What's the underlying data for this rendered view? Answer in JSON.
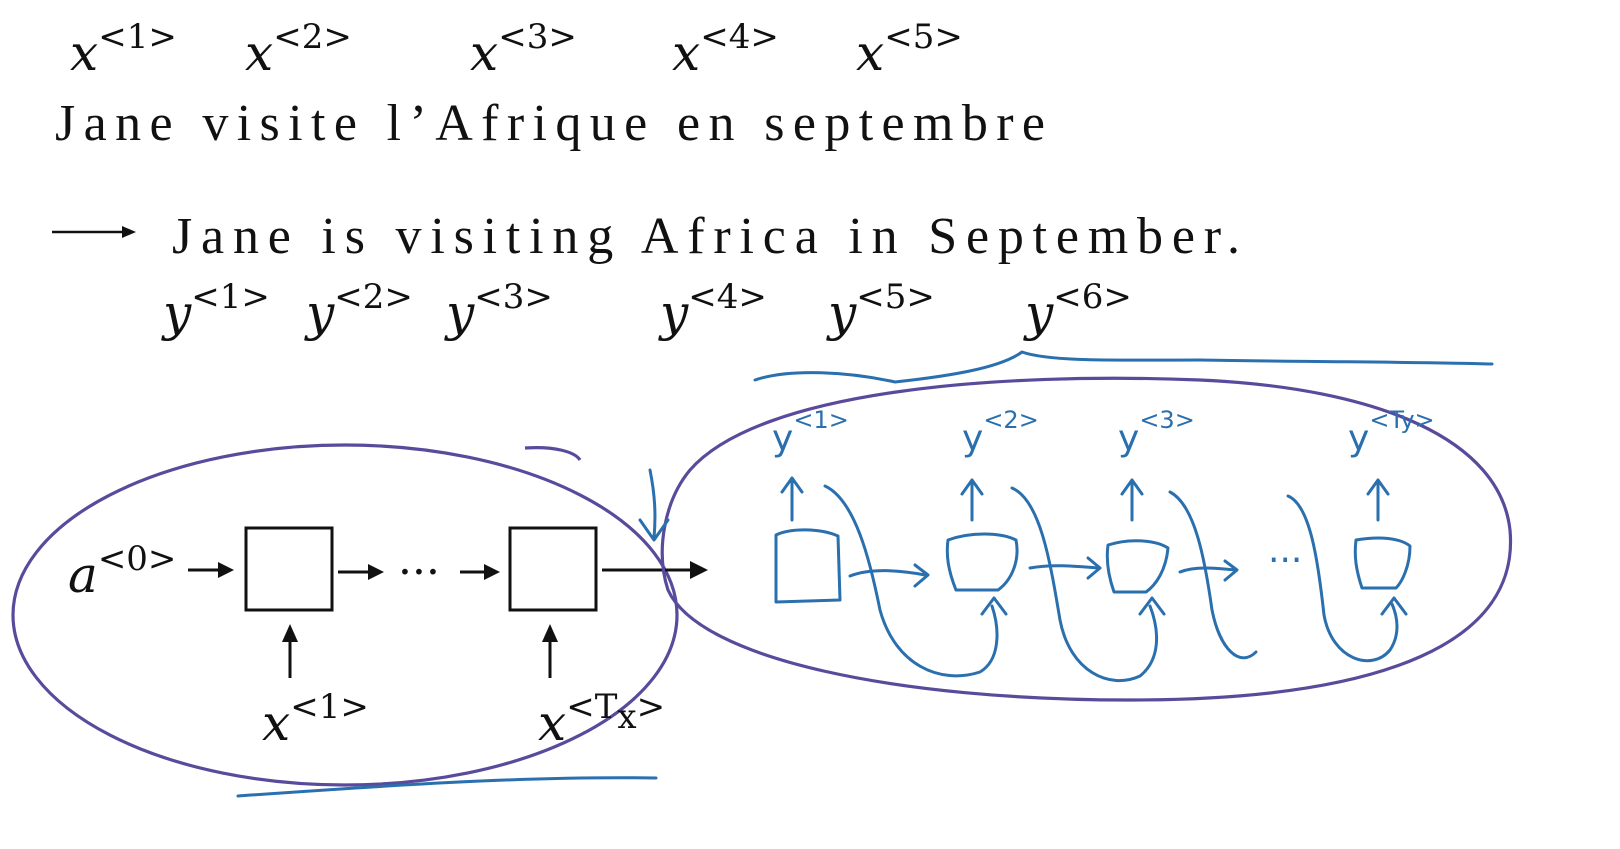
{
  "source_sentence": "Jane visite l’Afrique en septembre",
  "target_sentence": "Jane is visiting Africa in September.",
  "input_tokens": [
    {
      "base": "x",
      "sup": "<1>"
    },
    {
      "base": "x",
      "sup": "<2>"
    },
    {
      "base": "x",
      "sup": "<3>"
    },
    {
      "base": "x",
      "sup": "<4>"
    },
    {
      "base": "x",
      "sup": "<5>"
    }
  ],
  "output_tokens": [
    {
      "base": "y",
      "sup": "<1>"
    },
    {
      "base": "y",
      "sup": "<2>"
    },
    {
      "base": "y",
      "sup": "<3>"
    },
    {
      "base": "y",
      "sup": "<4>"
    },
    {
      "base": "y",
      "sup": "<5>"
    },
    {
      "base": "y",
      "sup": "<6>"
    }
  ],
  "encoder": {
    "initial_activation": {
      "base": "a",
      "sup": "<0>"
    },
    "ellipsis": "···",
    "first_input": {
      "base": "x",
      "sup": "<1>"
    },
    "last_input": {
      "base": "x",
      "sup_open": "<",
      "sup_T": "T",
      "sup_sub": "x",
      "sup_close": ">"
    }
  },
  "decoder": {
    "ellipsis": "···",
    "outputs": [
      {
        "base": "y",
        "sup": "<1>"
      },
      {
        "base": "y",
        "sup": "<2>"
      },
      {
        "base": "y",
        "sup": "<3>"
      },
      {
        "base": "y",
        "sup": "<Ty>"
      }
    ]
  },
  "colors": {
    "print_ink": "#111111",
    "handwriting_blue": "#2a6fae",
    "outline_purple": "#5a4a9c"
  }
}
